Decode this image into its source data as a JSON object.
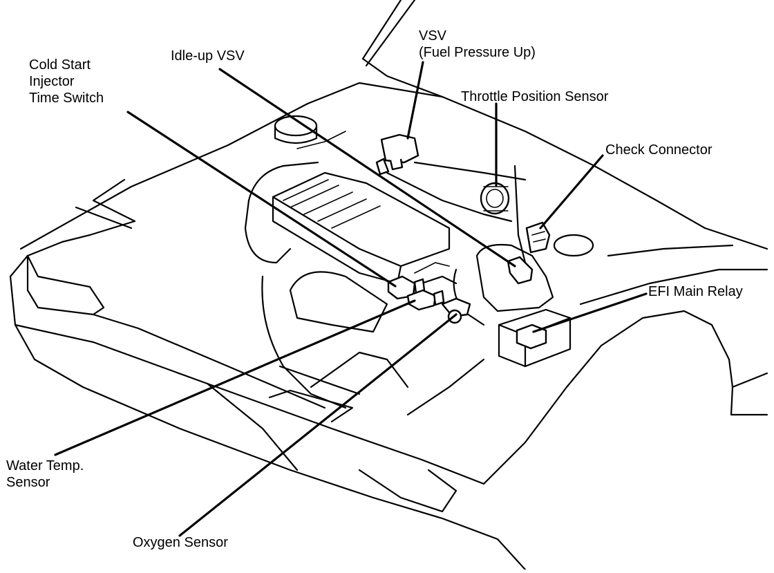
{
  "labels": {
    "cold_start_injector_time_switch": [
      "Cold Start",
      "Injector",
      "Time Switch"
    ],
    "idle_up_vsv": [
      "Idle-up VSV"
    ],
    "vsv_fuel_pressure_up": [
      "VSV",
      "(Fuel Pressure Up)"
    ],
    "throttle_position_sensor": [
      "Throttle Position Sensor"
    ],
    "check_connector": [
      "Check Connector"
    ],
    "efi_main_relay": [
      "EFI Main Relay"
    ],
    "water_temp_sensor": [
      "Water Temp.",
      "Sensor"
    ],
    "oxygen_sensor": [
      "Oxygen Sensor"
    ]
  }
}
